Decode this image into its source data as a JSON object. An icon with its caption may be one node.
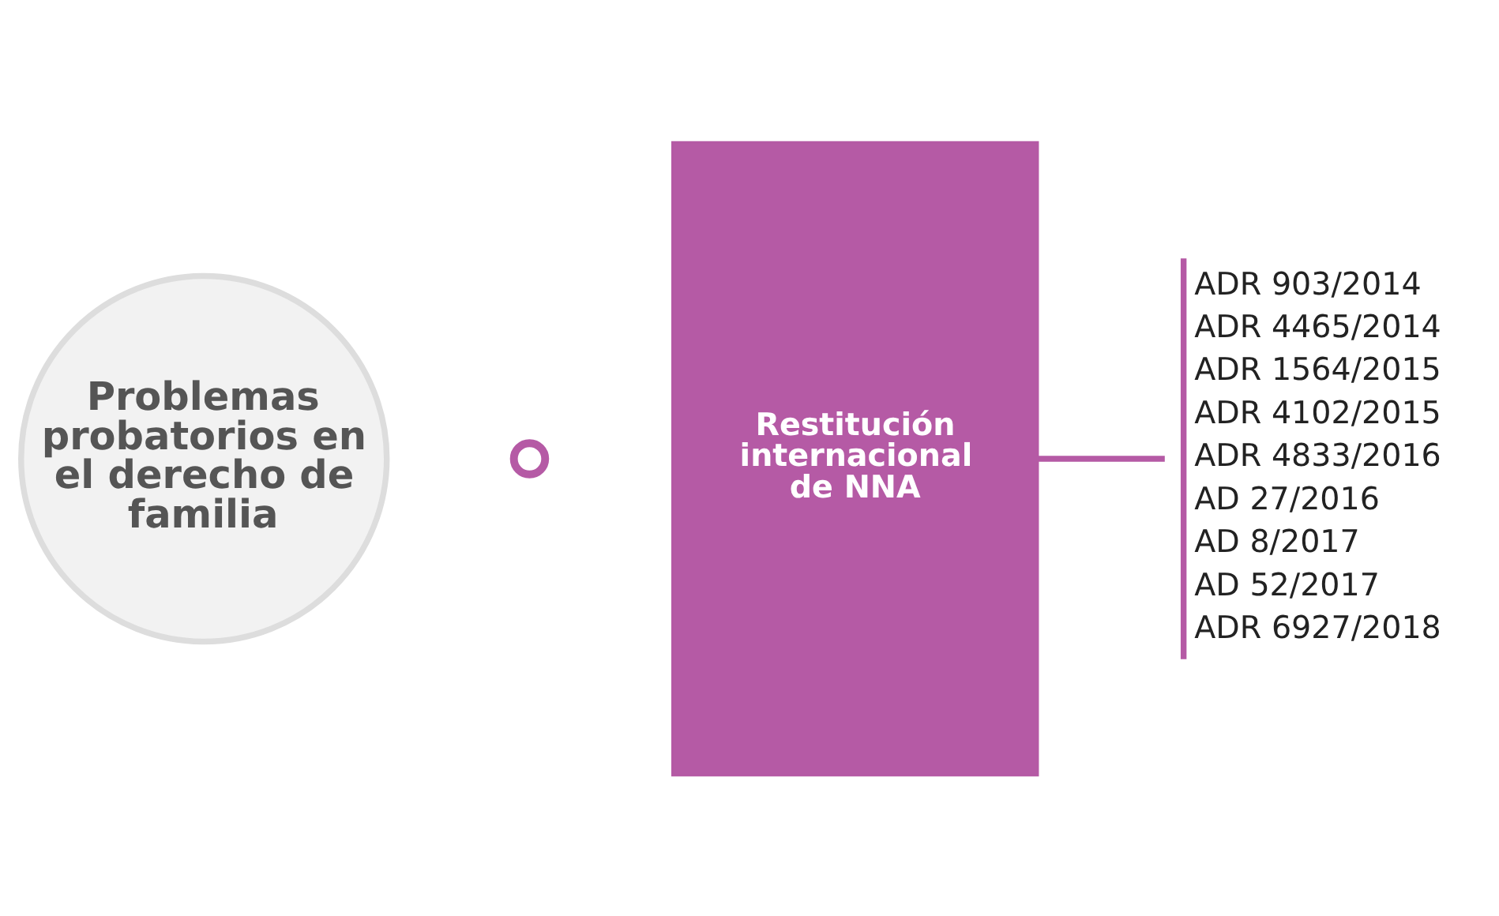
{
  "diagram": {
    "nodes": [
      {
        "text": [
          "Problemas probatorios en el derecho de familia"
        ]
      },
      {
        "text": [],
        "shape": "circle"
      },
      {
        "text": [
          "Restitución internacional de NNA"
        ]
      },
      {
        "text": [
          "ADR 903/2014",
          "ADR 4465/2014",
          "ADR 1564/2015",
          "ADR 4102/2015",
          "ADR 4833/2016",
          "AD 27/2016",
          "AD 8/2017",
          "AD 52/2017",
          "ADR 6927/2018"
        ]
      }
    ],
    "edges": [
      {
        "from": 2,
        "to": 3,
        "arrow": "none"
      }
    ]
  }
}
